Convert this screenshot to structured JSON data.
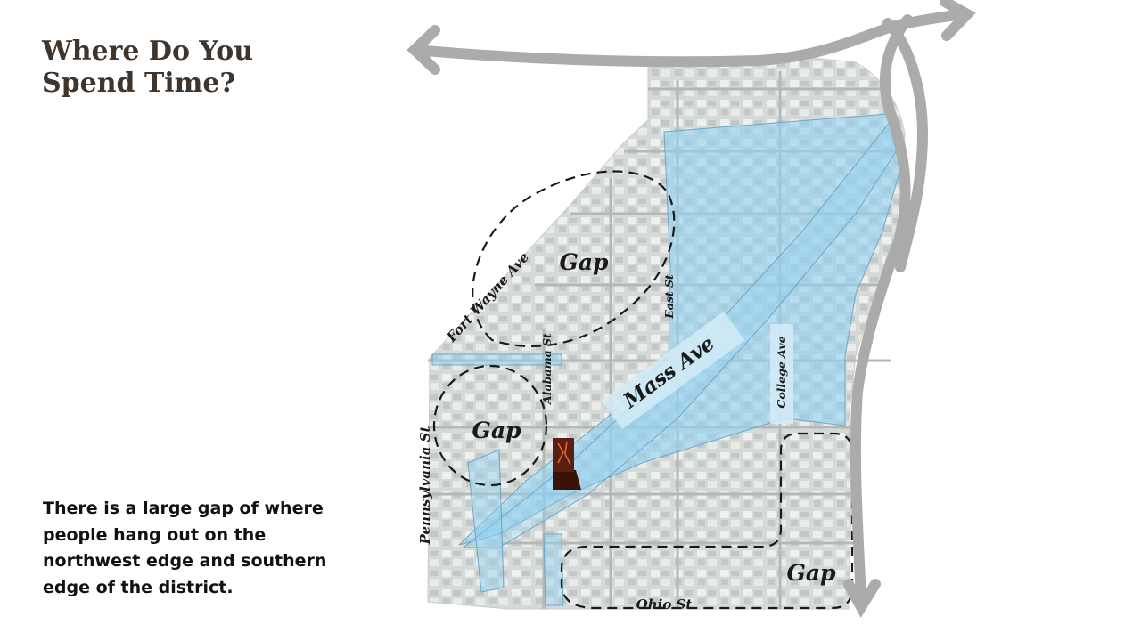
{
  "title_lines": [
    "Where Do You",
    "Spend Time?"
  ],
  "description": "There is a large gap of where people hang out on the northwest edge and southern edge of the district.",
  "map": {
    "labels": {
      "gap_north": "Gap",
      "gap_west": "Gap",
      "gap_south": "Gap",
      "fort_wayne_ave": "Fort Wayne Ave",
      "alabama_st": "Alabama St",
      "east_st": "East St",
      "mass_ave": "Mass Ave",
      "college_ave": "College Ave",
      "pennsylvania_st": "Pennsylvania St",
      "ohio_st": "Ohio St"
    },
    "colors": {
      "activity_zone": "#8fd0f2",
      "arrows": "#ababab",
      "gap_outline": "#1a1a1a",
      "sculpture": "#5a1e12"
    },
    "icons": [
      "arrow-west-icon",
      "arrow-east-icon",
      "arrow-south-icon",
      "sculpture-icon"
    ]
  }
}
